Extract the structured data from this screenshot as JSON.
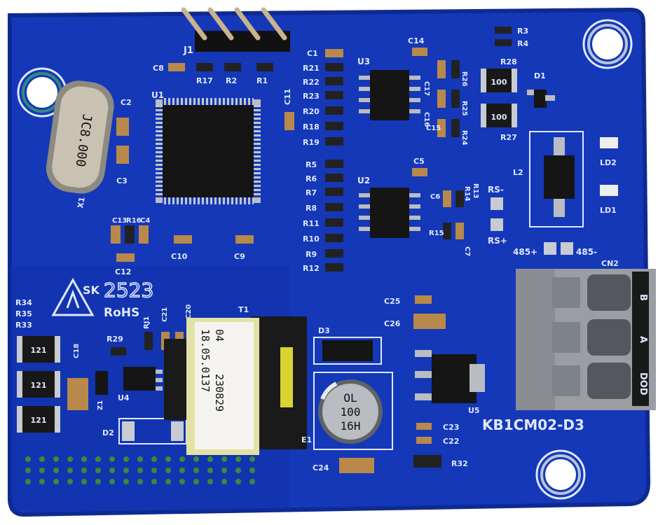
{
  "board": {
    "model": "KB1CM02-D3",
    "date_code": "2523",
    "brand": "SK",
    "compliance": "RoHS",
    "colors": {
      "pcb": "#1538b8",
      "silk": "#dfe8ff",
      "terminal": "#9a9ea3"
    }
  },
  "silkscreen": {
    "J1": "J1",
    "X1": "X1",
    "U1": "U1",
    "U2": "U2",
    "U3": "U3",
    "U4": "U4",
    "U5": "U5",
    "C1": "C1",
    "C2": "C2",
    "C3": "C3",
    "C4": "C4",
    "C5": "C5",
    "C6": "C6",
    "C7": "C7",
    "C8": "C8",
    "C9": "C9",
    "C10": "C10",
    "C11": "C11",
    "C12": "C12",
    "C13": "C13",
    "C14": "C14",
    "C15": "C15",
    "C16": "C16",
    "C17": "C17",
    "C18": "C18",
    "C20": "C20",
    "C21": "C21",
    "C22": "C22",
    "C23": "C23",
    "C24": "C24",
    "C25": "C25",
    "C26": "C26",
    "R1": "R1",
    "R2": "R2",
    "R3": "R3",
    "R4": "R4",
    "R5": "R5",
    "R6": "R6",
    "R7": "R7",
    "R8": "R8",
    "R9": "R9",
    "R10": "R10",
    "R11": "R11",
    "R12": "R12",
    "R13": "R13",
    "R14": "R14",
    "R15": "R15",
    "R16": "R16",
    "R17": "R17",
    "R18": "R18",
    "R19": "R19",
    "R20": "R20",
    "R21": "R21",
    "R22": "R22",
    "R23": "R23",
    "R24": "R24",
    "R25": "R25",
    "R26": "R26",
    "R27": "R27",
    "R28": "R28",
    "R29": "R29",
    "R31": "RJ1",
    "R32": "R32",
    "R33": "R33",
    "R34": "R34",
    "R35": "R35",
    "D1": "D1",
    "D2": "D2",
    "D3": "D3",
    "L2": "L2",
    "LD1": "LD1",
    "LD2": "LD2",
    "T1": "T1",
    "E1": "E1",
    "Z1": "Z1",
    "CN2": "CN2",
    "RS_minus": "RS-",
    "RS_plus": "RS+",
    "p485": "485+",
    "m485": "485-"
  },
  "components": {
    "crystal": "JC8.000",
    "transformer": {
      "line1": "18.05.0137",
      "line2a": "04",
      "line2b": "230829"
    },
    "capacitor": {
      "line1": "OL",
      "line2": "100",
      "line3": "16H"
    },
    "res_100_a": "100",
    "res_100_b": "100",
    "res_121_a": "121",
    "res_121_b": "121",
    "res_121_c": "121",
    "terminal_labels": [
      "B",
      "A",
      "DOD"
    ]
  }
}
